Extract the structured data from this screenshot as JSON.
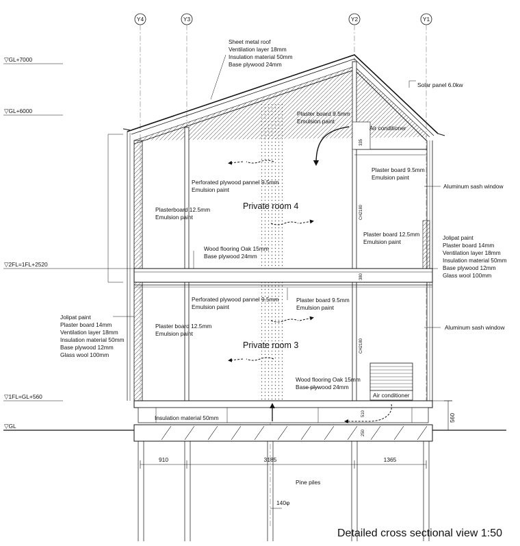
{
  "grid": {
    "y4": "Y4",
    "y3": "Y3",
    "y2": "Y2",
    "y1": "Y1"
  },
  "levels": {
    "gl7000": "▽GL+7000",
    "gl6000": "▽GL+6000",
    "fl2": "▽2FL=1FL+2520",
    "fl1": "▽1FL=GL+560",
    "gl": "▽GL"
  },
  "rooms": {
    "room4": "Private room 4",
    "room3": "Private room 3"
  },
  "notes": {
    "roof": [
      "Sheet metal roof",
      "Ventilation layer 18mm",
      "Insulation material 50mm",
      "Base plywood 24mm"
    ],
    "solar": "Solar panel 6.0kw",
    "plaster_top": [
      "Plaster board 9.5mm",
      "Emulsion paint"
    ],
    "aircon_top": "Air conditioner",
    "plaster_r4": [
      "Plaster board 9.5mm",
      "Emulsion paint"
    ],
    "sash_upper": "Aluminum sash window",
    "perf_upper": [
      "Perforated plywood pannel 9.5mm",
      "Emulsion paint"
    ],
    "plaster_left4": [
      "Plasterboard 12.5mm",
      "Emulsion paint"
    ],
    "plaster_right4": [
      "Plaster board 12.5mm",
      "Emulsion paint"
    ],
    "jolipat_right": [
      "Jolipat paint",
      "Plaster board 14mm",
      "Ventilation layer 18mm",
      "Insulation material 50mm",
      "Base plywood 12mm",
      "Glass wool 100mm"
    ],
    "floor_upper": [
      "Wood flooring Oak 15mm",
      "Base plywood 24mm"
    ],
    "perf_lower": [
      "Perforated plywood pannel 9.5mm",
      "Emulsion paint"
    ],
    "plaster_mid3": [
      "Plaster board 9.5mm",
      "Emulsion paint"
    ],
    "jolipat_left": [
      "Jolipat paint",
      "Plaster board 14mm",
      "Ventilation layer 18mm",
      "Insulation material 50mm",
      "Base plywood 12mm",
      "Glass wool 100mm"
    ],
    "plaster_left3": [
      "Plaster board 12.5mm",
      "Emulsion paint"
    ],
    "sash_lower": "Aluminum sash window",
    "floor_lower": [
      "Wood flooring Oak 15mm",
      "Base plywood 24mm"
    ],
    "aircon_bottom": "Air conditioner",
    "insulation": "Insulation material 50mm",
    "piles": "Pine piles",
    "pile_dia": "140φ"
  },
  "dims": {
    "d910": "910",
    "d3185": "3185",
    "d1365": "1365",
    "d560": "560",
    "ch2180_upper": "CH2180",
    "ch2180_lower": "CH2180",
    "d335": "335",
    "d380": "380",
    "d510": "510",
    "d250": "250"
  },
  "caption": "Detailed cross sectional view 1:50"
}
